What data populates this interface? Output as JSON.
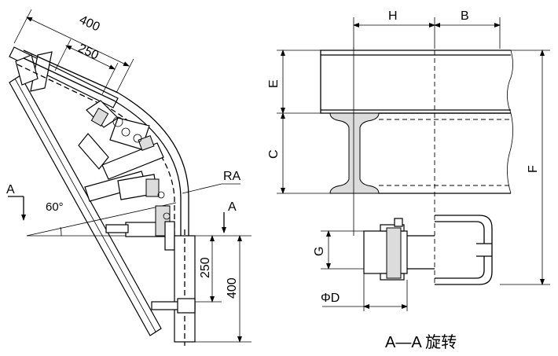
{
  "left_view": {
    "dim_400_top": "400",
    "dim_250_top": "250",
    "label_ra": "RA",
    "label_angle": "60°",
    "section_mark_left": "A",
    "section_mark_right": "A",
    "dim_250_right": "250",
    "dim_400_right": "400"
  },
  "right_view": {
    "dim_h": "H",
    "dim_b": "B",
    "dim_e": "E",
    "dim_c": "C",
    "dim_f": "F",
    "dim_g": "G",
    "dim_d": "ΦD",
    "caption": "A—A 旋转"
  }
}
